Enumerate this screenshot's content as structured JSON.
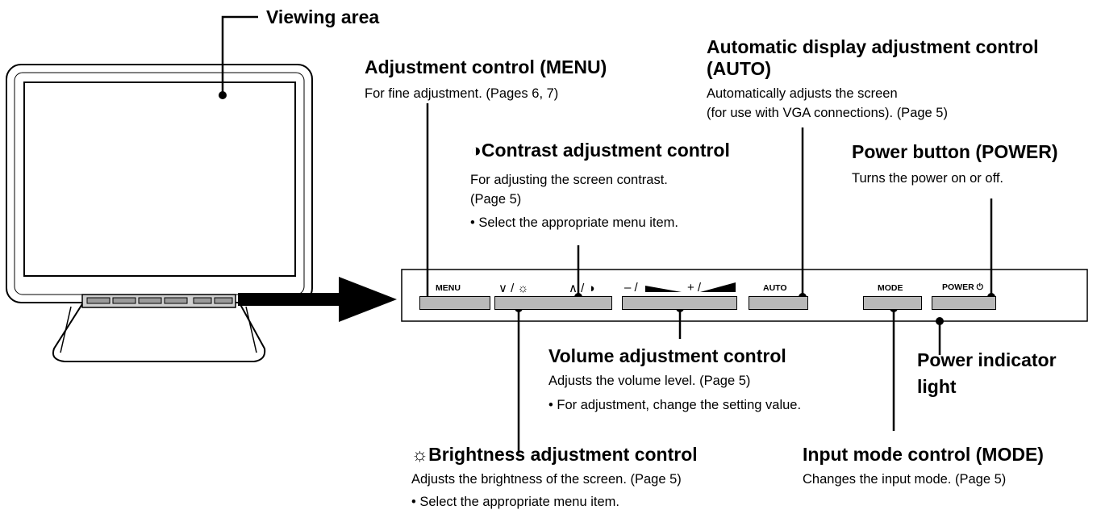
{
  "callouts": {
    "viewing_area": "Viewing area",
    "menu": {
      "title": "Adjustment control (MENU)",
      "desc": "For fine adjustment. (Pages 6, 7)"
    },
    "auto": {
      "title_line1": "Automatic display adjustment control",
      "title_line2": "(AUTO)",
      "desc_line1": "Automatically adjusts the screen",
      "desc_line2": "(for use with VGA connections). (Page 5)"
    },
    "contrast": {
      "title": "Contrast adjustment control",
      "desc_line1": "For adjusting the screen contrast.",
      "desc_line2": "(Page 5)",
      "note": "• Select the appropriate menu item."
    },
    "power": {
      "title": "Power button (POWER)",
      "desc": "Turns the power on or off."
    },
    "volume": {
      "title": "Volume adjustment control",
      "desc": "Adjusts the volume level. (Page 5)",
      "note": "• For adjustment, change the setting value."
    },
    "power_indicator": {
      "title_line1": "Power indicator",
      "title_line2": "light"
    },
    "brightness": {
      "title": "Brightness adjustment control",
      "desc": "Adjusts the brightness of the screen. (Page 5)",
      "note": "• Select the appropriate menu item."
    },
    "mode": {
      "title": "Input mode control (MODE)",
      "desc": "Changes the input mode. (Page 5)"
    }
  },
  "panel": {
    "menu_label": "MENU",
    "down_sym": "∨ / ☼",
    "up_sym": "∧ / ◑",
    "minus_sym": "– /",
    "plus_sym": "+ /",
    "auto_label": "AUTO",
    "mode_label": "MODE",
    "power_label": "POWER ⏻"
  },
  "icons": {
    "contrast_icon": "◑",
    "brightness_icon": "☼"
  }
}
